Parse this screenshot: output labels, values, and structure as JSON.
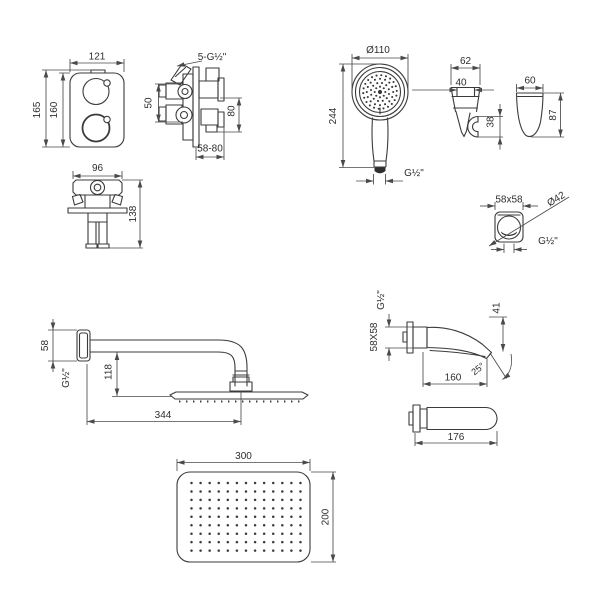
{
  "palette": {
    "line": "#3b3b3b",
    "dimension": "#4a4a4a",
    "background": "#ffffff"
  },
  "views": {
    "valve_front": {
      "width": "121",
      "height_total": "165",
      "height_plate": "160"
    },
    "valve_side": {
      "ports_thread": "5-G½\"",
      "cartridge_distance": "50",
      "outlet_spacing": "80",
      "depth_range": "58-80"
    },
    "valve_body": {
      "width": "96",
      "height": "138"
    },
    "hand_shower": {
      "head_diameter": "Ø110",
      "length": "244",
      "thread": "G½\""
    },
    "holder_front": {
      "width_outer": "62",
      "width_inner": "40",
      "hook_depth": "38"
    },
    "holder_side": {
      "width": "60",
      "height": "87"
    },
    "wall_outlet": {
      "plate_size": "58x58",
      "escutcheon_diameter": "Ø42",
      "thread": "G½\""
    },
    "shower_arm": {
      "flange": "58",
      "thread": "G½\"",
      "drop": "118",
      "reach": "344"
    },
    "spout_side": {
      "thread": "G½\"",
      "plate_size": "58X58",
      "drop": "41",
      "reach": "160",
      "angle": "25°"
    },
    "spout_top": {
      "length": "176"
    },
    "head_plan": {
      "width": "300",
      "depth": "200"
    }
  }
}
